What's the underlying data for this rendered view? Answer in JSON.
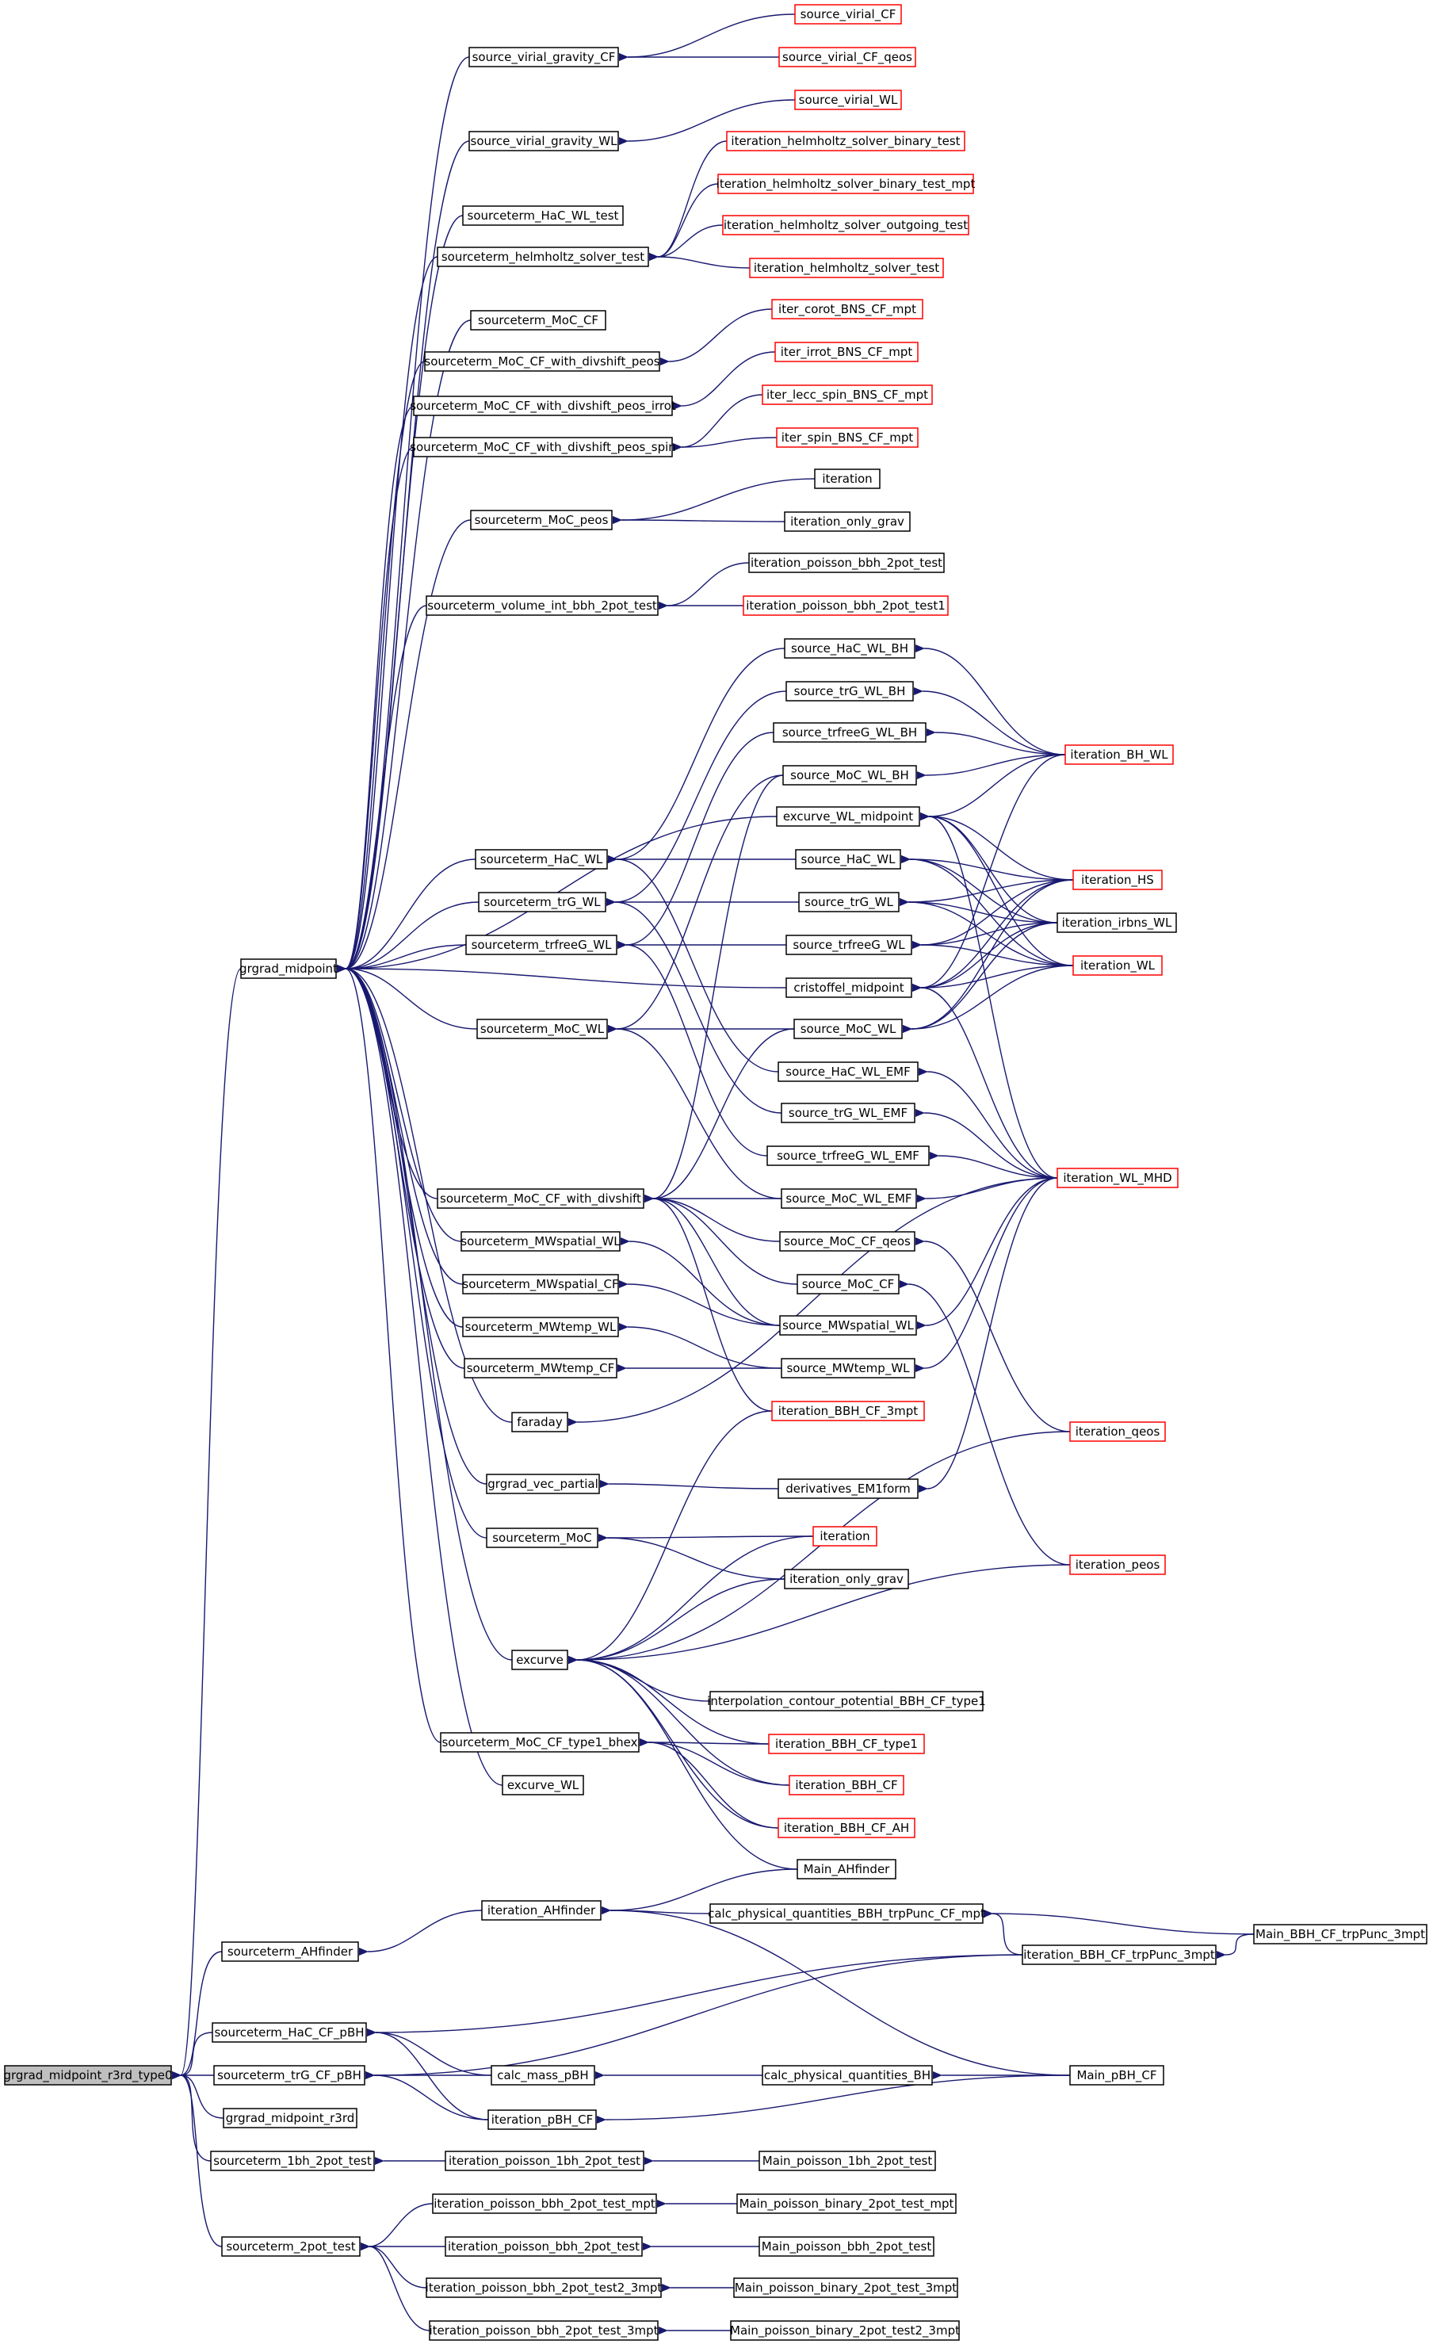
{
  "title": "",
  "colors": {
    "edge": "#191970",
    "node_border_default": "#000000",
    "node_border_truncated": "#ff0000",
    "node_fill_default": "#ffffff",
    "node_fill_root": "#bfbfbf"
  },
  "nodes": {
    "root": {
      "label": "grgrad_midpoint_r3rd_type0",
      "style": "root"
    },
    "grgrad_midpoint": {
      "label": "grgrad_midpoint",
      "style": "default"
    },
    "svg_cf": {
      "label": "source_virial_gravity_CF",
      "style": "default"
    },
    "svg_wl": {
      "label": "source_virial_gravity_WL",
      "style": "default"
    },
    "sv_cf": {
      "label": "source_virial_CF",
      "style": "truncated"
    },
    "sv_cf_qeos": {
      "label": "source_virial_CF_qeos",
      "style": "truncated"
    },
    "sv_wl": {
      "label": "source_virial_WL",
      "style": "truncated"
    },
    "st_hac_wl_test": {
      "label": "sourceterm_HaC_WL_test",
      "style": "default"
    },
    "st_helm": {
      "label": "sourceterm_helmholtz_solver_test",
      "style": "default"
    },
    "it_helm_bin": {
      "label": "iteration_helmholtz_solver_binary_test",
      "style": "truncated"
    },
    "it_helm_bin_mpt": {
      "label": "iteration_helmholtz_solver_binary_test_mpt",
      "style": "truncated"
    },
    "it_helm_out": {
      "label": "iteration_helmholtz_solver_outgoing_test",
      "style": "truncated"
    },
    "it_helm": {
      "label": "iteration_helmholtz_solver_test",
      "style": "truncated"
    },
    "st_moc_cf": {
      "label": "sourceterm_MoC_CF",
      "style": "default"
    },
    "st_moc_cf_peos": {
      "label": "sourceterm_MoC_CF_with_divshift_peos",
      "style": "default"
    },
    "st_moc_cf_irrot": {
      "label": "sourceterm_MoC_CF_with_divshift_peos_irrot",
      "style": "default"
    },
    "st_moc_cf_spin": {
      "label": "sourceterm_MoC_CF_with_divshift_peos_spin",
      "style": "default"
    },
    "it_corot": {
      "label": "iter_corot_BNS_CF_mpt",
      "style": "truncated"
    },
    "it_irrot": {
      "label": "iter_irrot_BNS_CF_mpt",
      "style": "truncated"
    },
    "it_lecc": {
      "label": "iter_lecc_spin_BNS_CF_mpt",
      "style": "truncated"
    },
    "it_spin": {
      "label": "iter_spin_BNS_CF_mpt",
      "style": "truncated"
    },
    "st_moc_peos": {
      "label": "sourceterm_MoC_peos",
      "style": "default"
    },
    "it_a": {
      "label": "iteration",
      "style": "default"
    },
    "it_only_a": {
      "label": "iteration_only_grav",
      "style": "default"
    },
    "st_vol": {
      "label": "sourceterm_volume_int_bbh_2pot_test",
      "style": "default"
    },
    "it_pois_bbh": {
      "label": "iteration_poisson_bbh_2pot_test",
      "style": "default"
    },
    "it_pois_bbh1": {
      "label": "iteration_poisson_bbh_2pot_test1",
      "style": "truncated"
    },
    "s_hac_bh": {
      "label": "source_HaC_WL_BH",
      "style": "default"
    },
    "s_trg_bh": {
      "label": "source_trG_WL_BH",
      "style": "default"
    },
    "s_trf_bh": {
      "label": "source_trfreeG_WL_BH",
      "style": "default"
    },
    "s_moc_bh": {
      "label": "source_MoC_WL_BH",
      "style": "default"
    },
    "exc_wl_mid": {
      "label": "excurve_WL_midpoint",
      "style": "default"
    },
    "it_bh_wl": {
      "label": "iteration_BH_WL",
      "style": "truncated"
    },
    "st_hac_wl": {
      "label": "sourceterm_HaC_WL",
      "style": "default"
    },
    "st_trg_wl": {
      "label": "sourceterm_trG_WL",
      "style": "default"
    },
    "st_trf_wl": {
      "label": "sourceterm_trfreeG_WL",
      "style": "default"
    },
    "st_moc_wl": {
      "label": "sourceterm_MoC_WL",
      "style": "default"
    },
    "s_hac_wl": {
      "label": "source_HaC_WL",
      "style": "default"
    },
    "s_trg_wl": {
      "label": "source_trG_WL",
      "style": "default"
    },
    "s_trf_wl": {
      "label": "source_trfreeG_WL",
      "style": "default"
    },
    "cristoffel": {
      "label": "cristoffel_midpoint",
      "style": "default"
    },
    "s_moc_wl": {
      "label": "source_MoC_WL",
      "style": "default"
    },
    "it_hs": {
      "label": "iteration_HS",
      "style": "truncated"
    },
    "it_irbns": {
      "label": "iteration_irbns_WL",
      "style": "default"
    },
    "it_wl": {
      "label": "iteration_WL",
      "style": "truncated"
    },
    "s_hac_emf": {
      "label": "source_HaC_WL_EMF",
      "style": "default"
    },
    "s_trg_emf": {
      "label": "source_trG_WL_EMF",
      "style": "default"
    },
    "s_trf_emf": {
      "label": "source_trfreeG_WL_EMF",
      "style": "default"
    },
    "s_moc_emf": {
      "label": "source_MoC_WL_EMF",
      "style": "default"
    },
    "it_wl_mhd": {
      "label": "iteration_WL_MHD",
      "style": "truncated"
    },
    "st_moc_cf_div": {
      "label": "sourceterm_MoC_CF_with_divshift",
      "style": "default"
    },
    "s_moc_cf_qeos": {
      "label": "source_MoC_CF_qeos",
      "style": "default"
    },
    "s_moc_cf": {
      "label": "source_MoC_CF",
      "style": "default"
    },
    "st_mwsp_wl": {
      "label": "sourceterm_MWspatial_WL",
      "style": "default"
    },
    "st_mwsp_cf": {
      "label": "sourceterm_MWspatial_CF",
      "style": "default"
    },
    "s_mwsp_wl": {
      "label": "source_MWspatial_WL",
      "style": "default"
    },
    "st_mwt_wl": {
      "label": "sourceterm_MWtemp_WL",
      "style": "default"
    },
    "st_mwt_cf": {
      "label": "sourceterm_MWtemp_CF",
      "style": "default"
    },
    "s_mwt_wl": {
      "label": "source_MWtemp_WL",
      "style": "default"
    },
    "it_bbh_cf_3mpt": {
      "label": "iteration_BBH_CF_3mpt",
      "style": "truncated"
    },
    "faraday": {
      "label": "faraday",
      "style": "default"
    },
    "it_qeos": {
      "label": "iteration_qeos",
      "style": "truncated"
    },
    "grgrad_vec": {
      "label": "grgrad_vec_partial",
      "style": "default"
    },
    "deriv_em1": {
      "label": "derivatives_EM1form",
      "style": "default"
    },
    "st_moc": {
      "label": "sourceterm_MoC",
      "style": "default"
    },
    "it_b": {
      "label": "iteration",
      "style": "truncated"
    },
    "it_only_b": {
      "label": "iteration_only_grav",
      "style": "default"
    },
    "it_peos": {
      "label": "iteration_peos",
      "style": "truncated"
    },
    "excurve": {
      "label": "excurve",
      "style": "default"
    },
    "interp": {
      "label": "interpolation_contour_potential_BBH_CF_type1",
      "style": "default"
    },
    "st_moc_cf_t1": {
      "label": "sourceterm_MoC_CF_type1_bhex",
      "style": "default"
    },
    "it_bbh_cf_t1": {
      "label": "iteration_BBH_CF_type1",
      "style": "truncated"
    },
    "it_bbh_cf": {
      "label": "iteration_BBH_CF",
      "style": "truncated"
    },
    "excurve_wl": {
      "label": "excurve_WL",
      "style": "default"
    },
    "it_bbh_cf_ah": {
      "label": "iteration_BBH_CF_AH",
      "style": "truncated"
    },
    "main_ah": {
      "label": "Main_AHfinder",
      "style": "default"
    },
    "it_ahf": {
      "label": "iteration_AHfinder",
      "style": "default"
    },
    "st_ahf": {
      "label": "sourceterm_AHfinder",
      "style": "default"
    },
    "calc_bbh_trp": {
      "label": "calc_physical_quantities_BBH_trpPunc_CF_mpt",
      "style": "default"
    },
    "main_bbh_trp": {
      "label": "Main_BBH_CF_trpPunc_3mpt",
      "style": "default"
    },
    "it_bbh_trp": {
      "label": "iteration_BBH_CF_trpPunc_3mpt",
      "style": "default"
    },
    "st_hac_pbh": {
      "label": "sourceterm_HaC_CF_pBH",
      "style": "default"
    },
    "st_trg_pbh": {
      "label": "sourceterm_trG_CF_pBH",
      "style": "default"
    },
    "calc_mass": {
      "label": "calc_mass_pBH",
      "style": "default"
    },
    "calc_bh": {
      "label": "calc_physical_quantities_BH",
      "style": "default"
    },
    "main_pbh": {
      "label": "Main_pBH_CF",
      "style": "default"
    },
    "grgrad_r3rd": {
      "label": "grgrad_midpoint_r3rd",
      "style": "default"
    },
    "it_pbh": {
      "label": "iteration_pBH_CF",
      "style": "default"
    },
    "st_1bh": {
      "label": "sourceterm_1bh_2pot_test",
      "style": "default"
    },
    "it_pois_1bh": {
      "label": "iteration_poisson_1bh_2pot_test",
      "style": "default"
    },
    "main_pois_1bh": {
      "label": "Main_poisson_1bh_2pot_test",
      "style": "default"
    },
    "it_pois_bbh_mpt": {
      "label": "iteration_poisson_bbh_2pot_test_mpt",
      "style": "default"
    },
    "main_pois_bin_mpt": {
      "label": "Main_poisson_binary_2pot_test_mpt",
      "style": "default"
    },
    "st_2pot": {
      "label": "sourceterm_2pot_test",
      "style": "default"
    },
    "it_pois_bbh_b": {
      "label": "iteration_poisson_bbh_2pot_test",
      "style": "default"
    },
    "main_pois_bbh": {
      "label": "Main_poisson_bbh_2pot_test",
      "style": "default"
    },
    "it_pois_bbh2_3mpt": {
      "label": "iteration_poisson_bbh_2pot_test2_3mpt",
      "style": "default"
    },
    "main_pois_bin_3mpt": {
      "label": "Main_poisson_binary_2pot_test_3mpt",
      "style": "default"
    },
    "it_pois_bbh_3mpt": {
      "label": "iteration_poisson_bbh_2pot_test_3mpt",
      "style": "default"
    },
    "main_pois_bin2_3mpt": {
      "label": "Main_poisson_binary_2pot_test2_3mpt",
      "style": "default"
    }
  },
  "edges": [
    [
      "root",
      "grgrad_midpoint"
    ],
    [
      "root",
      "st_ahf"
    ],
    [
      "root",
      "st_hac_pbh"
    ],
    [
      "root",
      "st_trg_pbh"
    ],
    [
      "root",
      "grgrad_r3rd"
    ],
    [
      "root",
      "st_1bh"
    ],
    [
      "root",
      "st_2pot"
    ],
    [
      "grgrad_midpoint",
      "svg_cf"
    ],
    [
      "grgrad_midpoint",
      "svg_wl"
    ],
    [
      "grgrad_midpoint",
      "st_hac_wl_test"
    ],
    [
      "grgrad_midpoint",
      "st_helm"
    ],
    [
      "grgrad_midpoint",
      "st_moc_cf"
    ],
    [
      "grgrad_midpoint",
      "st_moc_cf_peos"
    ],
    [
      "grgrad_midpoint",
      "st_moc_cf_irrot"
    ],
    [
      "grgrad_midpoint",
      "st_moc_cf_spin"
    ],
    [
      "grgrad_midpoint",
      "st_moc_peos"
    ],
    [
      "grgrad_midpoint",
      "st_vol"
    ],
    [
      "grgrad_midpoint",
      "exc_wl_mid"
    ],
    [
      "grgrad_midpoint",
      "st_hac_wl"
    ],
    [
      "grgrad_midpoint",
      "st_trg_wl"
    ],
    [
      "grgrad_midpoint",
      "st_trf_wl"
    ],
    [
      "grgrad_midpoint",
      "cristoffel"
    ],
    [
      "grgrad_midpoint",
      "st_moc_wl"
    ],
    [
      "grgrad_midpoint",
      "st_moc_cf_div"
    ],
    [
      "grgrad_midpoint",
      "st_mwsp_wl"
    ],
    [
      "grgrad_midpoint",
      "st_mwsp_cf"
    ],
    [
      "grgrad_midpoint",
      "st_mwt_wl"
    ],
    [
      "grgrad_midpoint",
      "st_mwt_cf"
    ],
    [
      "grgrad_midpoint",
      "faraday"
    ],
    [
      "grgrad_midpoint",
      "grgrad_vec"
    ],
    [
      "grgrad_midpoint",
      "st_moc"
    ],
    [
      "grgrad_midpoint",
      "excurve"
    ],
    [
      "grgrad_midpoint",
      "st_moc_cf_t1"
    ],
    [
      "grgrad_midpoint",
      "excurve_wl"
    ],
    [
      "svg_cf",
      "sv_cf"
    ],
    [
      "svg_cf",
      "sv_cf_qeos"
    ],
    [
      "svg_wl",
      "sv_wl"
    ],
    [
      "st_helm",
      "it_helm_bin"
    ],
    [
      "st_helm",
      "it_helm_bin_mpt"
    ],
    [
      "st_helm",
      "it_helm_out"
    ],
    [
      "st_helm",
      "it_helm"
    ],
    [
      "st_moc_cf_peos",
      "it_corot"
    ],
    [
      "st_moc_cf_irrot",
      "it_irrot"
    ],
    [
      "st_moc_cf_spin",
      "it_lecc"
    ],
    [
      "st_moc_cf_spin",
      "it_spin"
    ],
    [
      "st_moc_peos",
      "it_a"
    ],
    [
      "st_moc_peos",
      "it_only_a"
    ],
    [
      "st_vol",
      "it_pois_bbh"
    ],
    [
      "st_vol",
      "it_pois_bbh1"
    ],
    [
      "st_hac_wl",
      "s_hac_bh"
    ],
    [
      "st_hac_wl",
      "s_hac_wl"
    ],
    [
      "st_hac_wl",
      "s_hac_emf"
    ],
    [
      "st_trg_wl",
      "s_trg_bh"
    ],
    [
      "st_trg_wl",
      "s_trg_wl"
    ],
    [
      "st_trg_wl",
      "s_trg_emf"
    ],
    [
      "st_trf_wl",
      "s_trf_bh"
    ],
    [
      "st_trf_wl",
      "s_trf_wl"
    ],
    [
      "st_trf_wl",
      "s_trf_emf"
    ],
    [
      "st_moc_wl",
      "s_moc_bh"
    ],
    [
      "st_moc_wl",
      "s_moc_wl"
    ],
    [
      "st_moc_wl",
      "s_moc_emf"
    ],
    [
      "s_hac_bh",
      "it_bh_wl"
    ],
    [
      "s_trg_bh",
      "it_bh_wl"
    ],
    [
      "s_trf_bh",
      "it_bh_wl"
    ],
    [
      "s_moc_bh",
      "it_bh_wl"
    ],
    [
      "exc_wl_mid",
      "it_bh_wl"
    ],
    [
      "exc_wl_mid",
      "it_hs"
    ],
    [
      "exc_wl_mid",
      "it_irbns"
    ],
    [
      "exc_wl_mid",
      "it_wl"
    ],
    [
      "exc_wl_mid",
      "it_wl_mhd"
    ],
    [
      "s_hac_wl",
      "it_hs"
    ],
    [
      "s_hac_wl",
      "it_irbns"
    ],
    [
      "s_hac_wl",
      "it_wl"
    ],
    [
      "s_trg_wl",
      "it_hs"
    ],
    [
      "s_trg_wl",
      "it_irbns"
    ],
    [
      "s_trg_wl",
      "it_wl"
    ],
    [
      "s_trf_wl",
      "it_hs"
    ],
    [
      "s_trf_wl",
      "it_irbns"
    ],
    [
      "s_trf_wl",
      "it_wl"
    ],
    [
      "cristoffel",
      "it_bh_wl"
    ],
    [
      "cristoffel",
      "it_hs"
    ],
    [
      "cristoffel",
      "it_irbns"
    ],
    [
      "cristoffel",
      "it_wl"
    ],
    [
      "cristoffel",
      "it_wl_mhd"
    ],
    [
      "s_moc_wl",
      "it_hs"
    ],
    [
      "s_moc_wl",
      "it_irbns"
    ],
    [
      "s_moc_wl",
      "it_wl"
    ],
    [
      "s_hac_emf",
      "it_wl_mhd"
    ],
    [
      "s_trg_emf",
      "it_wl_mhd"
    ],
    [
      "s_trf_emf",
      "it_wl_mhd"
    ],
    [
      "s_moc_emf",
      "it_wl_mhd"
    ],
    [
      "st_moc_cf_div",
      "s_moc_bh"
    ],
    [
      "st_moc_cf_div",
      "s_moc_wl"
    ],
    [
      "st_moc_cf_div",
      "s_moc_emf"
    ],
    [
      "st_moc_cf_div",
      "s_moc_cf_qeos"
    ],
    [
      "st_moc_cf_div",
      "s_moc_cf"
    ],
    [
      "st_moc_cf_div",
      "s_mwsp_wl"
    ],
    [
      "st_moc_cf_div",
      "it_bbh_cf_3mpt"
    ],
    [
      "s_moc_cf_qeos",
      "it_qeos"
    ],
    [
      "s_moc_cf",
      "it_peos"
    ],
    [
      "st_mwsp_wl",
      "s_mwsp_wl"
    ],
    [
      "st_mwsp_cf",
      "s_mwsp_wl"
    ],
    [
      "st_mwt_wl",
      "s_mwt_wl"
    ],
    [
      "st_mwt_cf",
      "s_mwt_wl"
    ],
    [
      "s_mwsp_wl",
      "it_wl_mhd"
    ],
    [
      "s_mwt_wl",
      "it_wl_mhd"
    ],
    [
      "faraday",
      "it_wl_mhd"
    ],
    [
      "grgrad_vec",
      "deriv_em1"
    ],
    [
      "deriv_em1",
      "it_wl_mhd"
    ],
    [
      "st_moc",
      "it_b"
    ],
    [
      "st_moc",
      "it_only_b"
    ],
    [
      "excurve",
      "it_bbh_cf_3mpt"
    ],
    [
      "excurve",
      "it_b"
    ],
    [
      "excurve",
      "it_only_b"
    ],
    [
      "excurve",
      "it_qeos"
    ],
    [
      "excurve",
      "it_peos"
    ],
    [
      "excurve",
      "interp"
    ],
    [
      "excurve",
      "it_bbh_cf_t1"
    ],
    [
      "excurve",
      "it_bbh_cf"
    ],
    [
      "excurve",
      "it_bbh_cf_ah"
    ],
    [
      "excurve",
      "main_ah"
    ],
    [
      "st_moc_cf_t1",
      "it_bbh_cf_t1"
    ],
    [
      "st_moc_cf_t1",
      "it_bbh_cf"
    ],
    [
      "st_moc_cf_t1",
      "it_bbh_cf_ah"
    ],
    [
      "st_ahf",
      "it_ahf"
    ],
    [
      "it_ahf",
      "main_ah"
    ],
    [
      "it_ahf",
      "calc_bbh_trp"
    ],
    [
      "it_ahf",
      "main_pbh"
    ],
    [
      "calc_bbh_trp",
      "main_bbh_trp"
    ],
    [
      "it_bbh_trp",
      "main_bbh_trp"
    ],
    [
      "calc_bbh_trp",
      "it_bbh_trp"
    ],
    [
      "st_hac_pbh",
      "it_bbh_trp"
    ],
    [
      "st_hac_pbh",
      "calc_mass"
    ],
    [
      "st_hac_pbh",
      "it_pbh"
    ],
    [
      "st_trg_pbh",
      "it_bbh_trp"
    ],
    [
      "st_trg_pbh",
      "calc_mass"
    ],
    [
      "st_trg_pbh",
      "it_pbh"
    ],
    [
      "calc_mass",
      "calc_bh"
    ],
    [
      "calc_bh",
      "main_pbh"
    ],
    [
      "it_pbh",
      "main_pbh"
    ],
    [
      "st_1bh",
      "it_pois_1bh"
    ],
    [
      "it_pois_1bh",
      "main_pois_1bh"
    ],
    [
      "st_2pot",
      "it_pois_bbh_mpt"
    ],
    [
      "st_2pot",
      "it_pois_bbh_b"
    ],
    [
      "st_2pot",
      "it_pois_bbh2_3mpt"
    ],
    [
      "st_2pot",
      "it_pois_bbh_3mpt"
    ],
    [
      "it_pois_bbh_mpt",
      "main_pois_bin_mpt"
    ],
    [
      "it_pois_bbh_b",
      "main_pois_bbh"
    ],
    [
      "it_pois_bbh2_3mpt",
      "main_pois_bin_3mpt"
    ],
    [
      "it_pois_bbh_3mpt",
      "main_pois_bin2_3mpt"
    ]
  ]
}
